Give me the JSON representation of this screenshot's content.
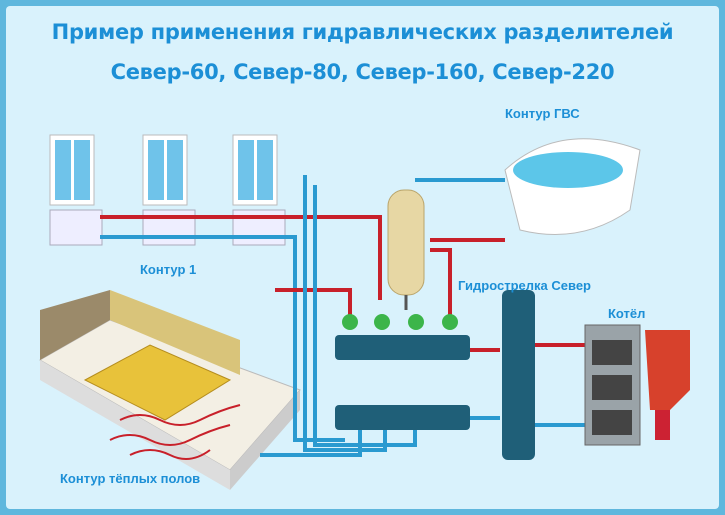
{
  "title": {
    "line1": "Пример применения гидравлических разделителей",
    "line2": "Север-60, Север-80, Север-160, Север-220"
  },
  "labels": {
    "hot_water_circuit": "Контур ГВС",
    "circuit_1": "Контур 1",
    "hydro_arrow": "Гидрострелка Север",
    "boiler": "Котёл",
    "floor_heating": "Контур тёплых полов"
  },
  "colors": {
    "title": "#1c8fd6",
    "supply_pipe": "#c8202a",
    "return_pipe": "#2a9ad0",
    "manifold": "#1f5f78",
    "pump": "#3cb54a"
  }
}
